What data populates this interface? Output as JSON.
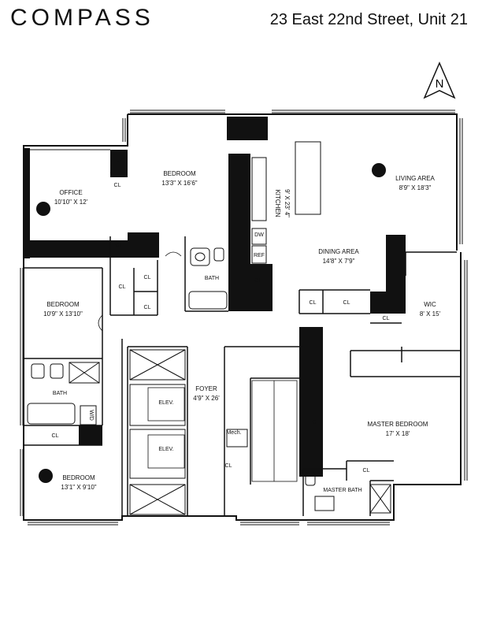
{
  "header": {
    "brand": "COMPASS",
    "address": "23 East 22nd Street, Unit 21"
  },
  "compass_rose": {
    "letter": "N"
  },
  "rooms": {
    "office": {
      "name": "OFFICE",
      "size": "10'10\" X 12'"
    },
    "bedroom_top": {
      "name": "BEDROOM",
      "size": "13'3\" X 16'6\""
    },
    "kitchen": {
      "name": "KITCHEN",
      "size": "9' X 23' 4\""
    },
    "living": {
      "name": "LIVING AREA",
      "size": "8'9\" X 18'3\""
    },
    "dining": {
      "name": "DINING AREA",
      "size": "14'8\" X 7'9\""
    },
    "bedroom_mid": {
      "name": "BEDROOM",
      "size": "10'9\" X 13'10\""
    },
    "wic": {
      "name": "WIC",
      "size": "8' X 15'"
    },
    "foyer": {
      "name": "FOYER",
      "size": "4'9\" X 26'"
    },
    "master": {
      "name": "MASTER BEDROOM",
      "size": "17' X 18'"
    },
    "bedroom_bot": {
      "name": "BEDROOM",
      "size": "13'1\" X 9'10\""
    }
  },
  "fixtures": {
    "cl": "CL",
    "bath": "BATH",
    "master_bath": "MASTER BATH",
    "elev": "ELEV.",
    "dw": "DW",
    "ref": "REF",
    "wd": "W/D",
    "mech": "Mech."
  }
}
